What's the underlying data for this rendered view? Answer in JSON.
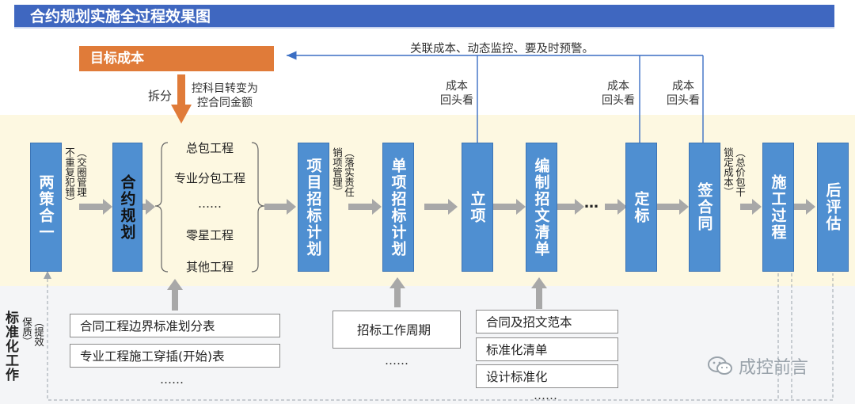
{
  "title": "合约规划实施全过程效果图",
  "target_cost": "目标成本",
  "split_label": "拆分",
  "transfer_note": "控科目转变为\n控合同金额",
  "feedback_note": "关联成本、动态监控、要及时预警。",
  "cost_lookback": [
    "成本\n回头看",
    "成本\n回头看",
    "成本\n回头看"
  ],
  "stages": [
    "两策合一",
    "合约规划",
    "项目招标计划",
    "单项招标计划",
    "立项",
    "编制招文清单",
    "定标",
    "签合同",
    "施工过程",
    "后评估"
  ],
  "ellipsis_stage": "…",
  "notes": {
    "two_strategies": "（交圈管理\n不重复犯错）",
    "bid_plan": "（落实责任\n销项管理）",
    "contract": "（总价包干\n锁定成本）",
    "standardization_label": "标准化工作",
    "standardization_sub": "（提效\n保质）"
  },
  "contract_types": [
    "总包工程",
    "专业分包工程",
    "……",
    "零星工程",
    "其他工程"
  ],
  "standards": {
    "group1": [
      "合同工程边界标准划分表",
      "专业工程施工穿插(开始)表",
      "……"
    ],
    "group2": [
      "招标工作周期",
      "……"
    ],
    "group3": [
      "合同及招文范本",
      "标准化清单",
      "设计标准化",
      "……"
    ]
  },
  "logo_text": "成控前言",
  "colors": {
    "title": "#3f67c0",
    "target": "#e07b39",
    "box": "#4f8fd1",
    "arrow": "#a8a8a8"
  }
}
